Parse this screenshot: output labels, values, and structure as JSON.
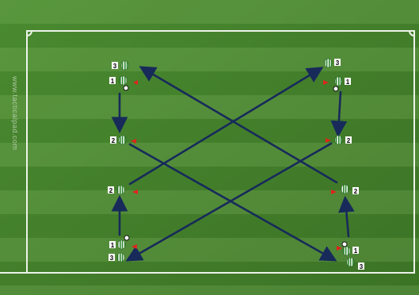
{
  "watermark": "www.tacticalpad.com",
  "colors": {
    "grass_dark": "#3e7a28",
    "grass_light": "#5a9a3a",
    "line": "#ffffff",
    "arrow": "#172a5a",
    "cone": "#e0241b",
    "player_stripe": "#2e8b2e"
  },
  "players": [
    {
      "number": "3",
      "group": "top-left"
    },
    {
      "number": "1",
      "group": "top-left"
    },
    {
      "number": "2",
      "group": "mid-left"
    },
    {
      "number": "2",
      "group": "lower-left"
    },
    {
      "number": "1",
      "group": "bottom-left"
    },
    {
      "number": "3",
      "group": "bottom-left"
    },
    {
      "number": "3",
      "group": "top-right"
    },
    {
      "number": "1",
      "group": "top-right"
    },
    {
      "number": "2",
      "group": "mid-right"
    },
    {
      "number": "2",
      "group": "lower-right"
    },
    {
      "number": "1",
      "group": "bottom-right"
    },
    {
      "number": "3",
      "group": "bottom-right"
    }
  ]
}
